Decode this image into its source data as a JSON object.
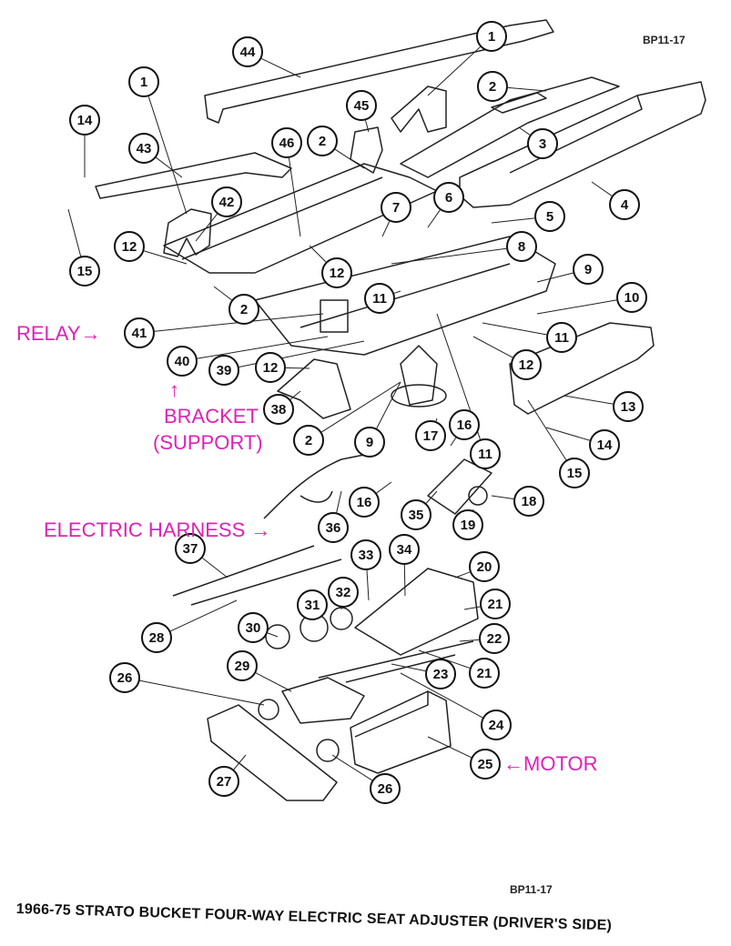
{
  "figure_code_top": "BP11-17",
  "figure_code_bottom": "BP11-17",
  "caption": "1966-75 STRATO BUCKET FOUR-WAY ELECTRIC SEAT ADJUSTER (DRIVER'S SIDE)",
  "annotations": {
    "relay": "RELAY→",
    "bracket_arrow": "↑",
    "bracket": "BRACKET",
    "support": "(SUPPORT)",
    "harness": "ELECTRIC HARNESS  →",
    "motor": "←MOTOR"
  },
  "annotation_color": "#e020b8",
  "callouts": [
    "44",
    "1",
    "1",
    "14",
    "43",
    "45",
    "2",
    "2",
    "3",
    "4",
    "46",
    "42",
    "6",
    "5",
    "7",
    "8",
    "9",
    "10",
    "15",
    "12",
    "12",
    "2",
    "11",
    "11",
    "41",
    "40",
    "39",
    "12",
    "12",
    "38",
    "2",
    "9",
    "11",
    "13",
    "14",
    "15",
    "17",
    "16",
    "16",
    "35",
    "19",
    "18",
    "36",
    "37",
    "33",
    "34",
    "20",
    "32",
    "31",
    "21",
    "30",
    "22",
    "28",
    "23",
    "21",
    "29",
    "26",
    "24",
    "25",
    "27",
    "26"
  ]
}
